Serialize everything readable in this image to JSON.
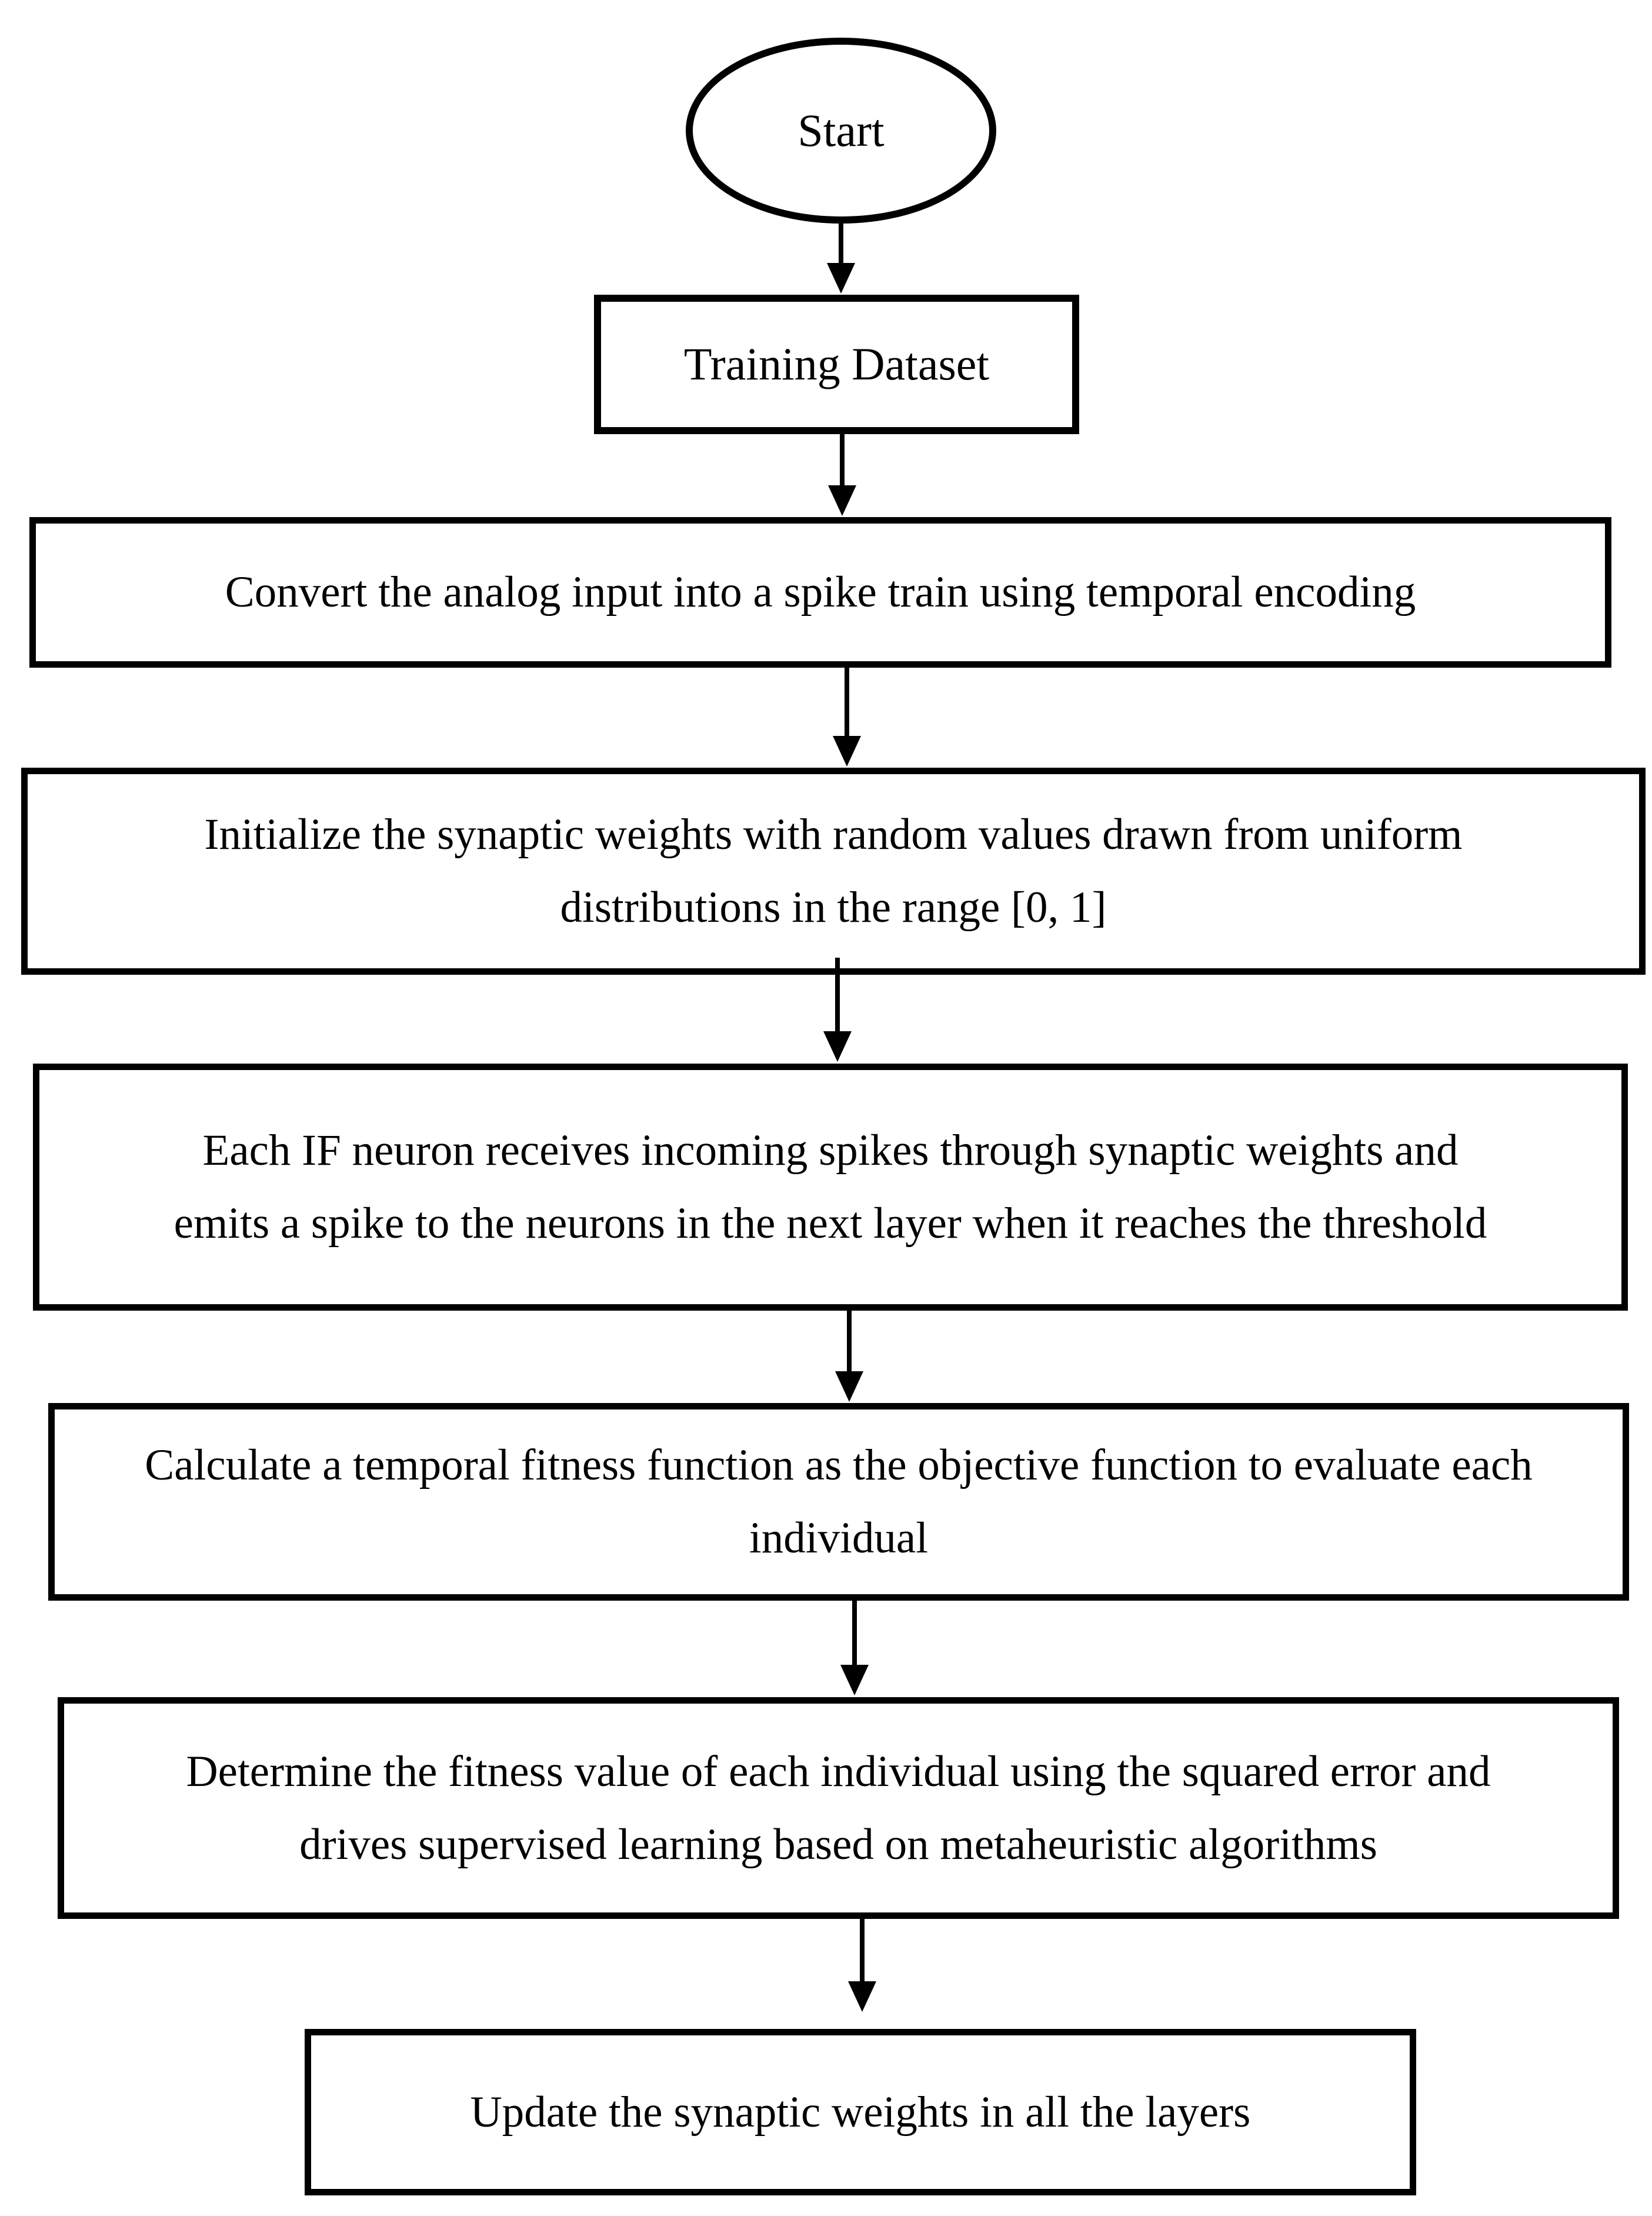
{
  "diagram": {
    "type": "flowchart",
    "colors": {
      "stroke": "#000000",
      "fill": "#ffffff",
      "text": "#000000"
    },
    "nodes": {
      "start": {
        "shape": "ellipse",
        "label": "Start"
      },
      "training_dataset": {
        "shape": "rectangle",
        "lines": [
          "Training Dataset"
        ]
      },
      "encoding": {
        "shape": "rectangle",
        "lines": [
          "Convert the analog input into a spike train using temporal encoding"
        ]
      },
      "init_weights": {
        "shape": "rectangle",
        "lines": [
          "Initialize the synaptic weights with random values drawn from uniform",
          "distributions in the range [0, 1]"
        ]
      },
      "if_neuron": {
        "shape": "rectangle",
        "lines": [
          "Each IF neuron receives incoming spikes through synaptic weights and",
          "emits a spike to the neurons in the next layer when it reaches the threshold"
        ]
      },
      "fitness_function": {
        "shape": "rectangle",
        "lines": [
          "Calculate a temporal fitness function as the objective function to evaluate each",
          "individual"
        ]
      },
      "fitness_value": {
        "shape": "rectangle",
        "lines": [
          "Determine the fitness value of each individual using the squared error and",
          "drives supervised learning based on metaheuristic algorithms"
        ]
      },
      "update_weights": {
        "shape": "rectangle",
        "lines": [
          "Update the synaptic weights in all the layers"
        ]
      }
    },
    "edges": [
      {
        "from": "start",
        "to": "training_dataset"
      },
      {
        "from": "training_dataset",
        "to": "encoding"
      },
      {
        "from": "encoding",
        "to": "init_weights"
      },
      {
        "from": "init_weights",
        "to": "if_neuron"
      },
      {
        "from": "if_neuron",
        "to": "fitness_function"
      },
      {
        "from": "fitness_function",
        "to": "fitness_value"
      },
      {
        "from": "fitness_value",
        "to": "update_weights"
      }
    ]
  }
}
